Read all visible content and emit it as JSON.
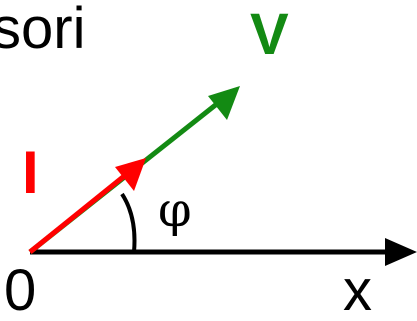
{
  "title_fragment": "sori",
  "vectors": {
    "voltage": {
      "label": "V",
      "color": "#138a13"
    },
    "current": {
      "label": "I",
      "color": "#ff0000"
    }
  },
  "angle": {
    "label": "φ"
  },
  "axis": {
    "origin_label": "0",
    "x_label": "x",
    "color": "#000000"
  }
}
